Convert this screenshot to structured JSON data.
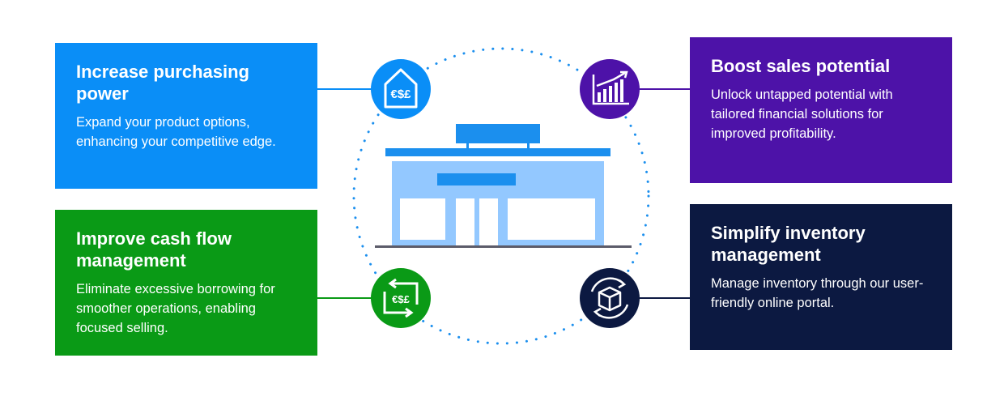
{
  "colors": {
    "purchasing": "#0a8ef7",
    "cash_flow": "#0a9a16",
    "sales": "#4d12a8",
    "inventory": "#0c1941",
    "store_light": "#93c8ff",
    "store_dark": "#1b8fee",
    "ground": "#5c5c6a"
  },
  "cards": {
    "purchasing": {
      "title": "Increase purchasing power",
      "body": "Expand your product options, enhancing your competitive edge.",
      "icon": "house-currency-icon"
    },
    "cash_flow": {
      "title": "Improve cash flow management",
      "body": "Eliminate excessive borrowing for smoother operations, enabling focused selling.",
      "icon": "currency-exchange-icon"
    },
    "sales": {
      "title": "Boost sales potential",
      "body": "Unlock untapped potential with tailored financial solutions for improved profitability.",
      "icon": "growth-chart-icon"
    },
    "inventory": {
      "title": "Simplify inventory management",
      "body": "Manage inventory through our user-friendly online portal.",
      "icon": "box-cycle-icon"
    }
  },
  "icon_glyphs": {
    "currency": "€$£"
  }
}
